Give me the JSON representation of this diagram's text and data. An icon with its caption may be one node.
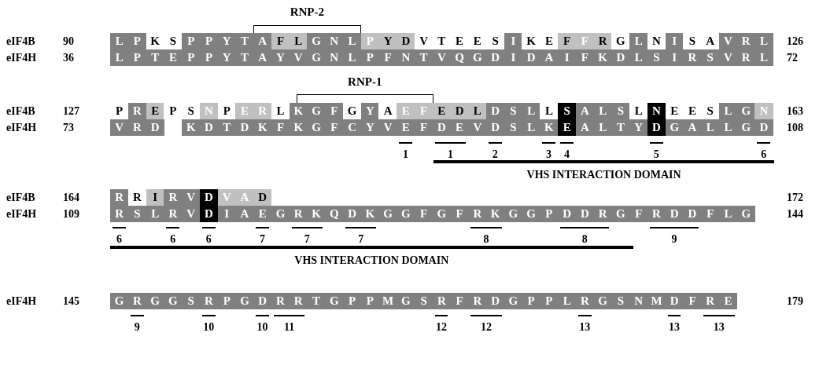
{
  "diagram": {
    "labels": [
      "RNP-2",
      "eIF4B",
      "90",
      "L",
      "P",
      "K",
      "S",
      "P",
      "P",
      "Y",
      "T",
      "A",
      "F",
      "L",
      "G",
      "N",
      "L",
      "P",
      "Y",
      "D",
      "V",
      "T",
      "E",
      "E",
      "S",
      "I",
      "K",
      "E",
      "F",
      "F",
      "R",
      "G",
      "L",
      "N",
      "I",
      "S",
      "A",
      "V",
      "R",
      "L",
      "126",
      "eIF4H",
      "36",
      "L",
      "P",
      "T",
      "E",
      "P",
      "P",
      "Y",
      "T",
      "A",
      "Y",
      "V",
      "G",
      "N",
      "L",
      "P",
      "F",
      "N",
      "T",
      "V",
      "Q",
      "G",
      "D",
      "I",
      "D",
      "A",
      "I",
      "F",
      "K",
      "D",
      "L",
      "S",
      "I",
      "R",
      "S",
      "V",
      "R",
      "L",
      "72",
      "RNP-1",
      "eIF4B",
      "127",
      "P",
      "R",
      "E",
      "P",
      "S",
      "N",
      "P",
      "E",
      "R",
      "L",
      "K",
      "G",
      "F",
      "G",
      "Y",
      "A",
      "E",
      "F",
      "E",
      "D",
      "L",
      "D",
      "S",
      "L",
      "L",
      "S",
      "A",
      "L",
      "S",
      "L",
      "N",
      "E",
      "E",
      "S",
      "L",
      "G",
      "N",
      "163",
      "eIF4H",
      "73",
      "V",
      "R",
      "D",
      "K",
      "D",
      "T",
      "D",
      "K",
      "F",
      "K",
      "G",
      "F",
      "C",
      "Y",
      "V",
      "E",
      "F",
      "D",
      "E",
      "V",
      "D",
      "S",
      "L",
      "K",
      "E",
      "A",
      "L",
      "T",
      "Y",
      "D",
      "G",
      "A",
      "L",
      "L",
      "G",
      "D",
      "108",
      "1",
      "1",
      "2",
      "3",
      "4",
      "5",
      "6",
      "VHS INTERACTION DOMAIN",
      "eIF4B",
      "164",
      "R",
      "R",
      "I",
      "R",
      "V",
      "D",
      "V",
      "A",
      "D",
      "172",
      "eIF4H",
      "109",
      "R",
      "S",
      "L",
      "R",
      "V",
      "D",
      "I",
      "A",
      "E",
      "G",
      "R",
      "K",
      "Q",
      "D",
      "K",
      "G",
      "G",
      "F",
      "G",
      "F",
      "R",
      "K",
      "G",
      "G",
      "P",
      "D",
      "D",
      "R",
      "G",
      "F",
      "R",
      "D",
      "D",
      "F",
      "L",
      "G",
      "144",
      "6",
      "6",
      "6",
      "7",
      "7",
      "7",
      "8",
      "8",
      "9",
      "VHS INTERACTION DOMAIN",
      "eIF4H",
      "145",
      "G",
      "R",
      "G",
      "G",
      "S",
      "R",
      "P",
      "G",
      "D",
      "R",
      "R",
      "T",
      "G",
      "P",
      "P",
      "M",
      "G",
      "S",
      "R",
      "F",
      "R",
      "D",
      "G",
      "P",
      "P",
      "L",
      "R",
      "G",
      "S",
      "N",
      "M",
      "D",
      "F",
      "R",
      "E",
      "179",
      "9",
      "10",
      "10",
      "11",
      "12",
      "12",
      "13",
      "13",
      "13"
    ]
  }
}
